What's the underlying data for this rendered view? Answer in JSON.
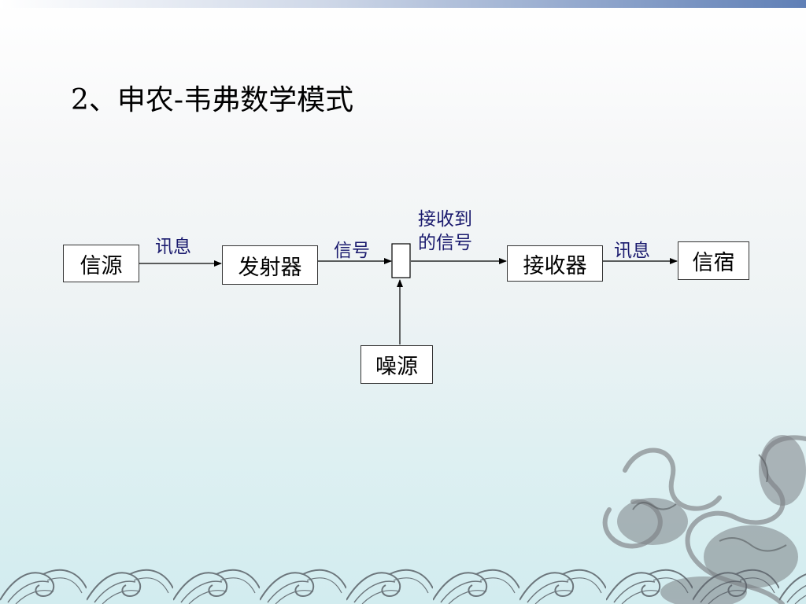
{
  "slide": {
    "title": "2、申农-韦弗数学模式"
  },
  "diagram": {
    "nodes": {
      "source": "信源",
      "transmitter": "发射器",
      "receiver": "接收器",
      "destination": "信宿",
      "noise_source": "噪源"
    },
    "edge_labels": {
      "source_to_transmitter": "讯息",
      "transmitter_to_channel": "信号",
      "channel_to_receiver_line1": "接收到",
      "channel_to_receiver_line2": "的信号",
      "receiver_to_destination": "讯息"
    },
    "colors": {
      "label_text": "#1a1a6e",
      "node_border": "#333333",
      "arrow": "#000000"
    }
  }
}
